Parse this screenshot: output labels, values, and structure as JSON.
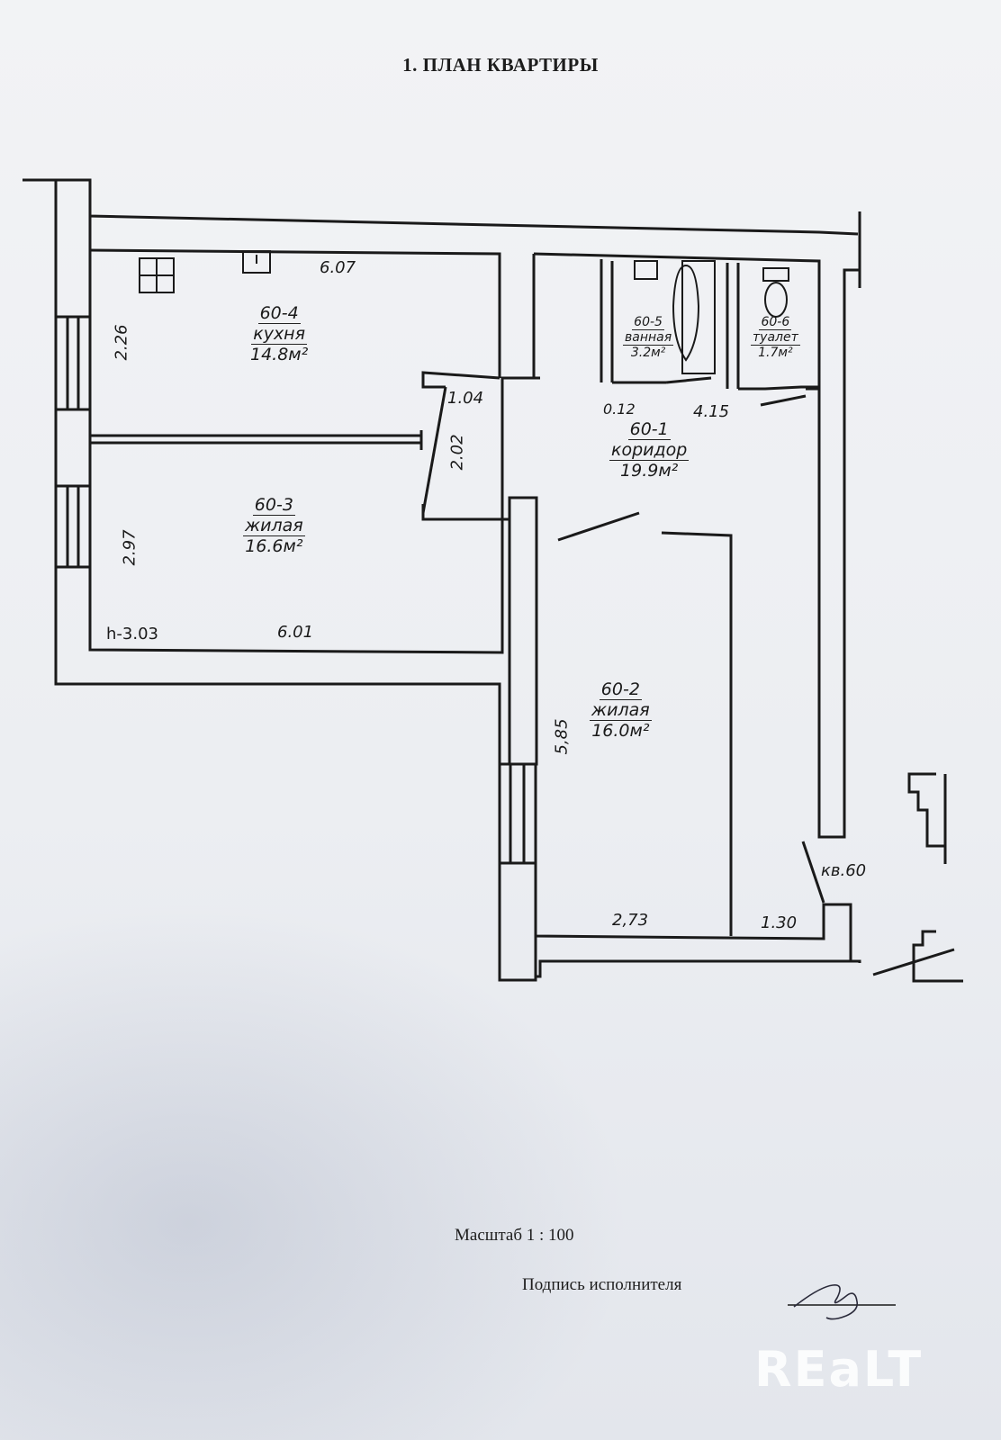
{
  "document": {
    "title": "1. ПЛАН КВАРТИРЫ",
    "scale": "Масштаб 1 : 100",
    "signature_label": "Подпись исполнителя",
    "watermark": "REaLT"
  },
  "rooms": [
    {
      "id": "60-4",
      "name": "кухня",
      "area": "14.8м²"
    },
    {
      "id": "60-3",
      "name": "жилая",
      "area": "16.6м²"
    },
    {
      "id": "60-5",
      "name": "ванная",
      "area": "3.2м²"
    },
    {
      "id": "60-6",
      "name": "туалет",
      "area": "1.7м²"
    },
    {
      "id": "60-1",
      "name": "коридор",
      "area": "19.9м²"
    },
    {
      "id": "60-2",
      "name": "жилая",
      "area": "16.0м²"
    }
  ],
  "dimensions": {
    "kitchen_width": "6.07",
    "kitchen_depth": "2.26",
    "door_width": "1.04",
    "corridor_opening": "2.02",
    "room3_depth": "2.97",
    "room3_width": "6.01",
    "ceiling_height": "h-3.03",
    "bath_gap": "0.12",
    "corridor_width": "4.15",
    "room2_length": "5,85",
    "room2_width": "2,73",
    "entry_width": "1.30"
  },
  "apartment_label": "кв.60",
  "colors": {
    "paper": "#eef0f3",
    "ink": "#1a1a1a",
    "background": "#8a7d6a"
  }
}
